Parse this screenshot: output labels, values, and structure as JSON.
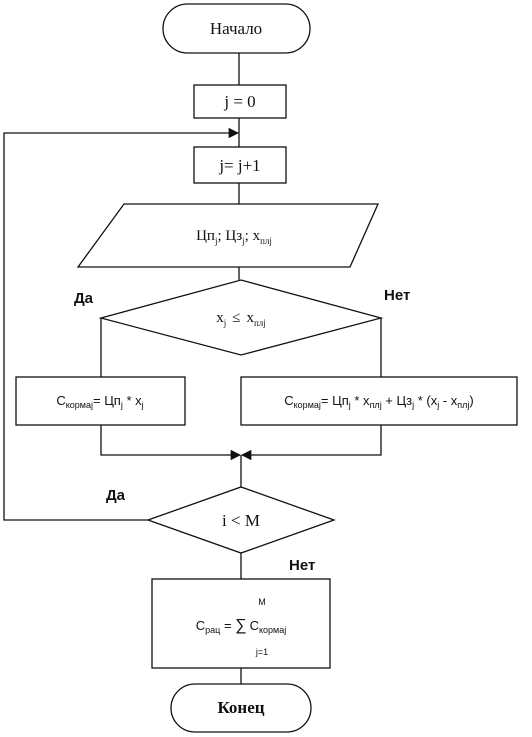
{
  "flowchart": {
    "start": {
      "label": "Начало"
    },
    "init": {
      "label": "j = 0"
    },
    "increment": {
      "label": "j= j+1"
    },
    "input": {
      "part1": "Цп",
      "sub1": "j",
      "part2": "; Цз",
      "sub2": "j",
      "part3": "; x",
      "sub3": "плj"
    },
    "condition1": {
      "left": "x",
      "left_sub": "j",
      "op": "≤",
      "right": "x",
      "right_sub": "плj",
      "yes_label": "Да",
      "no_label": "Нет"
    },
    "process_yes": {
      "c": "C",
      "c_sub": "кормаj",
      "rhs1": "= Цп",
      "rhs1_sub": "j",
      "rhs2": " * x",
      "rhs2_sub": "j"
    },
    "process_no": {
      "c": "C",
      "c_sub": "кормаj",
      "t1": "= Цп",
      "s1": "j",
      "t2": " * x",
      "s2": "плj",
      "t3": " + Цз",
      "s3": "j",
      "t4": " * (x",
      "s4": "j",
      "t5": " - x",
      "s5": "плj",
      "t6": ")"
    },
    "condition2": {
      "label": "i < M",
      "yes_label": "Да",
      "no_label": "Нет"
    },
    "sum": {
      "upper": "M",
      "c": "C",
      "c_sub": "рац",
      "eq": " = ",
      "sigma": "∑",
      "term": "C",
      "term_sub": "кормаj",
      "lower": "j=1"
    },
    "end": {
      "label": "Конец"
    }
  }
}
